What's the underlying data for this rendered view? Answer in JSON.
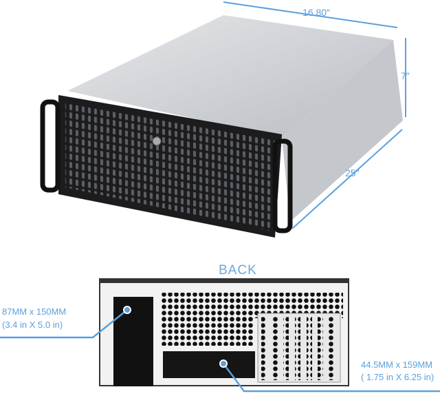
{
  "dimensions": {
    "width": "16.80″",
    "height": "7″",
    "depth": "25″"
  },
  "back_view": {
    "title": "BACK",
    "psu_opening": {
      "metric": "87MM  x  150MM",
      "imperial": "(3.4 in  X  5.0 in)"
    },
    "drive_opening": {
      "metric": "44.5MM  x  159MM",
      "imperial": "( 1.75 in  X  6.25 in)"
    }
  },
  "colors": {
    "accent": "#5aa0dc",
    "chassis_top": "#cfd2d6",
    "front_panel": "#1c1c1e"
  }
}
